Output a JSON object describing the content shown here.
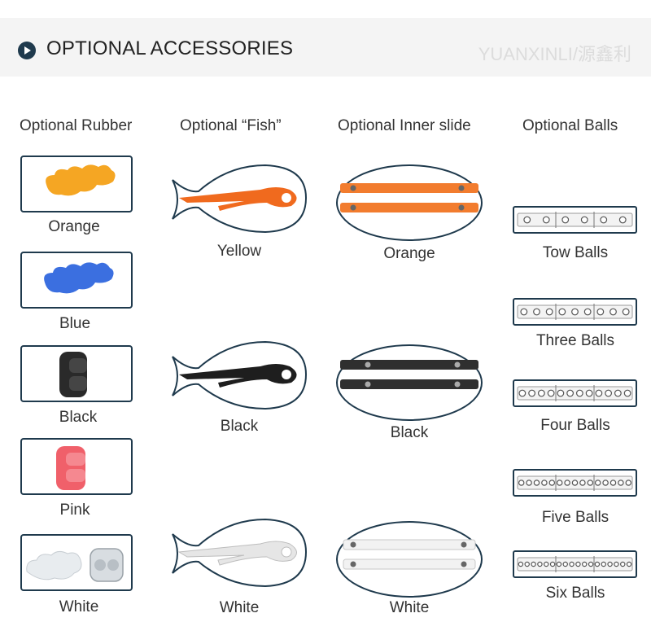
{
  "header": {
    "title": "OPTIONAL ACCESSORIES",
    "brand": "YUANXINLI/源鑫利"
  },
  "columns": {
    "rubber": {
      "title": "Optional Rubber",
      "items": [
        {
          "label": "Orange",
          "color": "#f5a623"
        },
        {
          "label": "Blue",
          "color": "#3b6fe0"
        },
        {
          "label": "Black",
          "color": "#2a2a2a"
        },
        {
          "label": "Pink",
          "color": "#f0606a"
        },
        {
          "label": "White",
          "color": "#e8ecef"
        }
      ]
    },
    "fish": {
      "title": "Optional  “Fish”",
      "items": [
        {
          "label": "Yellow",
          "color": "#f06a1e"
        },
        {
          "label": "Black",
          "color": "#1e1e1e"
        },
        {
          "label": "White",
          "color": "#e6e6e6"
        }
      ]
    },
    "slide": {
      "title": "Optional  Inner slide",
      "items": [
        {
          "label": "Orange",
          "color": "#f27c2e"
        },
        {
          "label": "Black",
          "color": "#2f2f2f"
        },
        {
          "label": "White",
          "color": "#f2f2f2"
        }
      ]
    },
    "balls": {
      "title": "Optional  Balls",
      "items": [
        {
          "label": "Tow Balls",
          "count": 2
        },
        {
          "label": "Three Balls",
          "count": 3
        },
        {
          "label": "Four Balls",
          "count": 4
        },
        {
          "label": "Five Balls",
          "count": 5
        },
        {
          "label": "Six Balls",
          "count": 6
        }
      ]
    }
  },
  "colors": {
    "outline": "#1f3a4d",
    "header_bg": "#f4f4f4"
  }
}
